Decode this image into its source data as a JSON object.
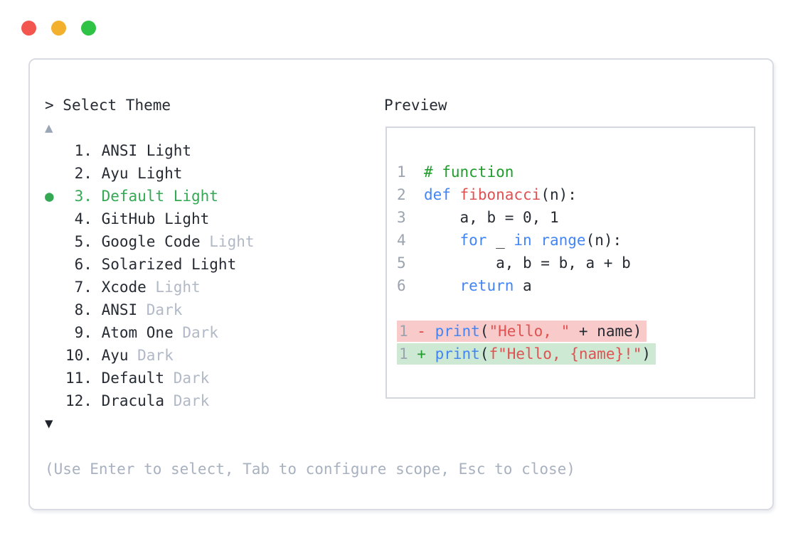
{
  "window": {
    "controls": [
      {
        "name": "close",
        "color_key": "traffic_red"
      },
      {
        "name": "minimize",
        "color_key": "traffic_yellow"
      },
      {
        "name": "zoom",
        "color_key": "traffic_green"
      }
    ]
  },
  "theme_picker": {
    "prompt_char": ">",
    "title": "Select Theme",
    "scroll_up_indicator": "▲",
    "scroll_down_indicator": "▼",
    "selected_marker": "●",
    "items": [
      {
        "number": "1.",
        "name": "ANSI Light",
        "suffix": "",
        "selected": false
      },
      {
        "number": "2.",
        "name": "Ayu Light",
        "suffix": "",
        "selected": false
      },
      {
        "number": "3.",
        "name": "Default Light",
        "suffix": "",
        "selected": true
      },
      {
        "number": "4.",
        "name": "GitHub Light",
        "suffix": "",
        "selected": false
      },
      {
        "number": "5.",
        "name": "Google Code",
        "suffix": "Light",
        "selected": false
      },
      {
        "number": "6.",
        "name": "Solarized Light",
        "suffix": "",
        "selected": false
      },
      {
        "number": "7.",
        "name": "Xcode",
        "suffix": "Light",
        "selected": false
      },
      {
        "number": "8.",
        "name": "ANSI",
        "suffix": "Dark",
        "selected": false
      },
      {
        "number": "9.",
        "name": "Atom One",
        "suffix": "Dark",
        "selected": false
      },
      {
        "number": "10.",
        "name": "Ayu",
        "suffix": "Dark",
        "selected": false
      },
      {
        "number": "11.",
        "name": "Default",
        "suffix": "Dark",
        "selected": false
      },
      {
        "number": "12.",
        "name": "Dracula",
        "suffix": "Dark",
        "selected": false
      }
    ],
    "hint": "(Use Enter to select, Tab to configure scope, Esc to close)"
  },
  "preview": {
    "label": "Preview",
    "code_lines": [
      {
        "num": "1",
        "tokens": [
          [
            "com",
            "# function"
          ]
        ]
      },
      {
        "num": "2",
        "tokens": [
          [
            "kw",
            "def"
          ],
          [
            "pl",
            " "
          ],
          [
            "fn",
            "fibonacci"
          ],
          [
            "pl",
            "(n):"
          ]
        ]
      },
      {
        "num": "3",
        "tokens": [
          [
            "pl",
            "    a, b = 0, 1"
          ]
        ]
      },
      {
        "num": "4",
        "tokens": [
          [
            "pl",
            "    "
          ],
          [
            "kw",
            "for"
          ],
          [
            "pl",
            " _ "
          ],
          [
            "kw",
            "in"
          ],
          [
            "pl",
            " "
          ],
          [
            "kw",
            "range"
          ],
          [
            "pl",
            "(n):"
          ]
        ]
      },
      {
        "num": "5",
        "tokens": [
          [
            "pl",
            "        a, b = b, a + b"
          ]
        ]
      },
      {
        "num": "6",
        "tokens": [
          [
            "pl",
            "    "
          ],
          [
            "kw",
            "return"
          ],
          [
            "pl",
            " a"
          ]
        ]
      }
    ],
    "diff_lines": [
      {
        "num": "1",
        "sign": "-",
        "type": "removed",
        "tokens": [
          [
            "kw",
            "print"
          ],
          [
            "pl",
            "("
          ],
          [
            "str",
            "\"Hello, \""
          ],
          [
            "pl",
            " + name)"
          ]
        ]
      },
      {
        "num": "1",
        "sign": "+",
        "type": "added",
        "tokens": [
          [
            "kw",
            "print"
          ],
          [
            "pl",
            "("
          ],
          [
            "str",
            "f\"Hello, {name}!\""
          ],
          [
            "pl",
            ")"
          ]
        ]
      }
    ]
  },
  "colors": {
    "text": "#262b33",
    "accent_green": "#34a853",
    "muted": "#b1b9c6",
    "hint": "#a8b1bf",
    "line_number": "#9ba3ae",
    "keyword_blue": "#4285f4",
    "string_red": "#e05252",
    "comment_green": "#1f9d2b",
    "removed_bg": "#f8caca",
    "added_bg": "#cde9d4",
    "removed_sign": "#dc4747",
    "added_sign": "#1f9d2b",
    "panel_border": "#d9dce3",
    "preview_border": "#d4d7de",
    "traffic_red": "#f2564f",
    "traffic_yellow": "#f3b02c",
    "traffic_green": "#2ec344",
    "scroll_up": "#9aa6b6",
    "scroll_down": "#1d222b"
  }
}
